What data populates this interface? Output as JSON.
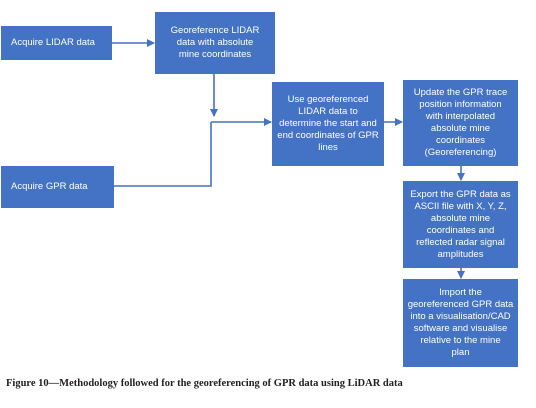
{
  "figure": {
    "caption": "Figure 10—Methodology followed for the georeferencing of GPR data using LiDAR data",
    "colors": {
      "box_fill": "#4472c4",
      "box_text": "#ffffff",
      "connector": "#4472c4",
      "caption_text": "#231f20"
    }
  },
  "steps": {
    "acquire_lidar": "Acquire LIDAR data",
    "georeference_lidar": "Georeference LIDAR\ndata with absolute\nmine coordinates",
    "acquire_gpr": "Acquire GPR data",
    "use_lidar": "Use georeferenced\nLIDAR data to\ndetermine the start and\nend coordinates of GPR\nlines",
    "update_gpr": "Update the GPR trace\nposition information\nwith interpolated\nabsolute mine\ncoordinates\n(Georeferencing)",
    "export_gpr": "Export the GPR data as\nASCII file with X, Y, Z,\nabsolute mine\ncoordinates and\nreflected radar signal\namplitudes",
    "import_gpr": "Import the\ngeoreferenced GPR data\ninto a visualisation/CAD\nsoftware and visualise\nrelative to the mine\nplan"
  }
}
